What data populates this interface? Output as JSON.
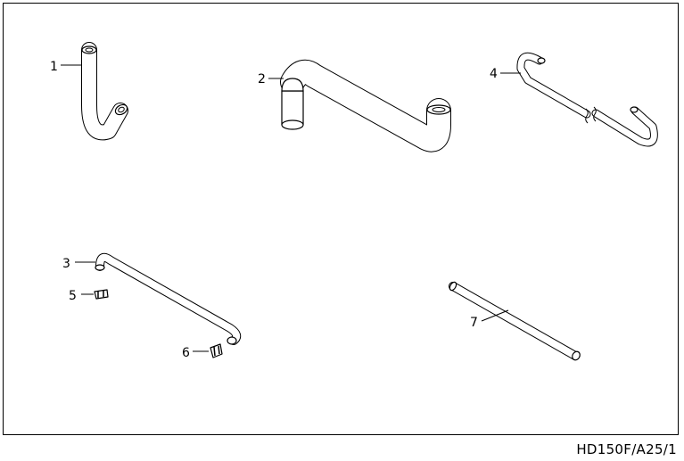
{
  "callouts": [
    "1",
    "2",
    "3",
    "4",
    "5",
    "6",
    "7"
  ],
  "reference_code": "HD150F/A25/1"
}
